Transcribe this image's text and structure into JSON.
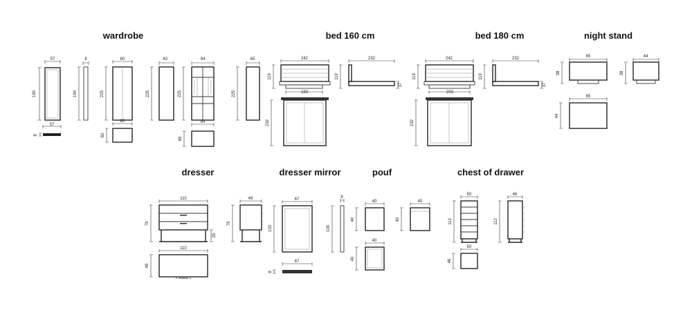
{
  "titles": {
    "wardrobe": "wardrobe",
    "bed160": "bed 160 cm",
    "bed180": "bed 180 cm",
    "nightstand": "night stand",
    "dresser": "dresser",
    "mirror": "dresser mirror",
    "pouf": "pouf",
    "chest": "chest of drawer"
  },
  "dims": {
    "w1_w": "57",
    "w1_h": "190",
    "w1_base_w": "57",
    "w1_base_h": "8",
    "w2_w": "8",
    "w2_h": "190",
    "w3_w": "80",
    "w3_h": "225",
    "w3_base_w": "80",
    "w3_base_h": "60",
    "w4_w": "62",
    "w4_h": "225",
    "w5_w": "94",
    "w5_h": "225",
    "w5_base_w": "94",
    "w5_base_h": "65",
    "w6_w": "65",
    "w6_h": "225",
    "b160_front_w": "242",
    "b160_front_h": "119",
    "b160_inner_w": "183",
    "b160_side_w": "232",
    "b160_side_h": "119",
    "b160_side_leg": "37",
    "b160_top_h": "232",
    "b180_front_w": "242",
    "b180_front_h": "119",
    "b180_inner_w": "203",
    "b180_side_w": "232",
    "b180_side_h": "119",
    "b180_side_leg": "37",
    "b180_top_h": "232",
    "ns_front_w": "65",
    "ns_front_h": "38",
    "ns_side_w": "44",
    "ns_side_h": "38",
    "ns_top_w": "65",
    "ns_top_h": "44",
    "dr_front_w": "110",
    "dr_front_h": "79",
    "dr_leg": "29",
    "dr_side_w": "49",
    "dr_side_h": "79",
    "dr_top_w": "110",
    "dr_top_h": "49",
    "mr_front_w": "67",
    "mr_front_h": "100",
    "mr_side_w": "8",
    "mr_side_h": "100",
    "mr_top_w": "67",
    "mr_top_h": "8",
    "pf_front_w": "40",
    "pf_front_h": "40",
    "pf_side_w": "40",
    "pf_side_h": "40",
    "pf_top_w": "40",
    "pf_top_h": "40",
    "ch_front_w": "50",
    "ch_front_h": "112",
    "ch_side_w": "46",
    "ch_side_h": "112",
    "ch_top_w": "50",
    "ch_top_h": "46"
  }
}
